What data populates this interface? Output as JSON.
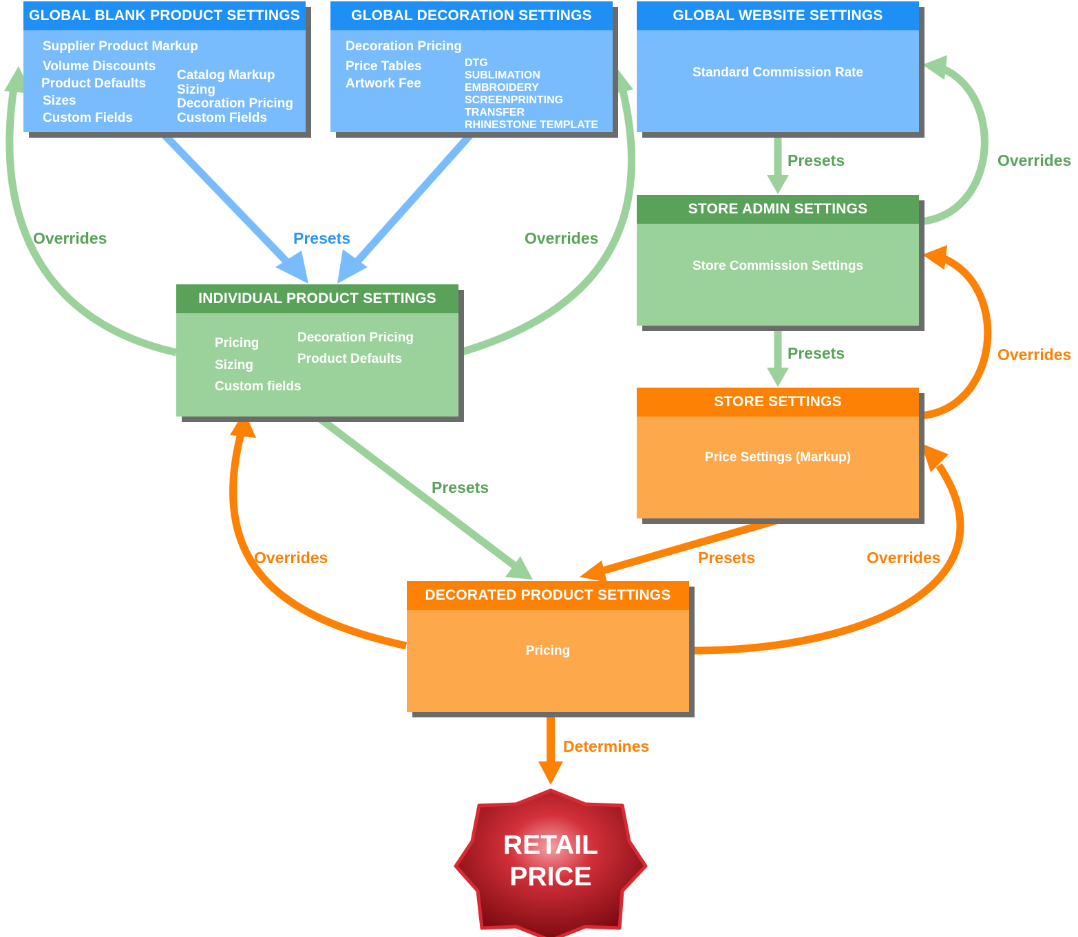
{
  "boxes": {
    "global_blank": {
      "title": "GLOBAL BLANK PRODUCT SETTINGS",
      "items": [
        "Supplier Product Markup",
        "Volume Discounts",
        "Product Defaults",
        "Sizes",
        "Custom Fields"
      ],
      "sub_items": [
        "Catalog Markup",
        "Sizing",
        "Decoration Pricing",
        "Custom Fields"
      ]
    },
    "global_decoration": {
      "title": "GLOBAL DECORATION SETTINGS",
      "items": [
        "Decoration Pricing",
        "Price Tables",
        "Artwork Fee"
      ],
      "sub_items": [
        "DTG",
        "SUBLIMATION",
        "EMBROIDERY",
        "SCREENPRINTING",
        "TRANSFER",
        "RHINESTONE TEMPLATE"
      ]
    },
    "global_website": {
      "title": "GLOBAL WEBSITE SETTINGS",
      "items": [
        "Standard Commission Rate"
      ]
    },
    "store_admin": {
      "title": "STORE ADMIN SETTINGS",
      "items": [
        "Store Commission Settings"
      ]
    },
    "individual": {
      "title": "INDIVIDUAL PRODUCT SETTINGS",
      "items": [
        "Pricing",
        "Sizing",
        "Custom fields"
      ],
      "sub_items": [
        "Decoration Pricing",
        "Product Defaults"
      ]
    },
    "store": {
      "title": "STORE SETTINGS",
      "items": [
        "Price Settings (Markup)"
      ]
    },
    "decorated": {
      "title": "DECORATED PRODUCT SETTINGS",
      "items": [
        "Pricing"
      ]
    }
  },
  "labels": {
    "overrides_left": "Overrides",
    "presets_blue": "Presets",
    "overrides_mid": "Overrides",
    "presets_website": "Presets",
    "overrides_website": "Overrides",
    "presets_admin": "Presets",
    "overrides_admin": "Overrides",
    "presets_individual": "Presets",
    "overrides_individual": "Overrides",
    "presets_store": "Presets",
    "overrides_store": "Overrides",
    "determines": "Determines"
  },
  "badge": {
    "line1": "RETAIL",
    "line2": "PRICE"
  },
  "colors": {
    "blue_header": "#1e90f5",
    "blue_body": "#79bcfd",
    "blue_arrow": "#79bcfd",
    "green_header": "#5aa25a",
    "green_body": "#9bd19b",
    "green_arrow": "#9bd19b",
    "orange_header": "#fc8104",
    "orange_body": "#fda84b",
    "orange_arrow": "#fc8104",
    "badge_red": "#b3151f"
  }
}
